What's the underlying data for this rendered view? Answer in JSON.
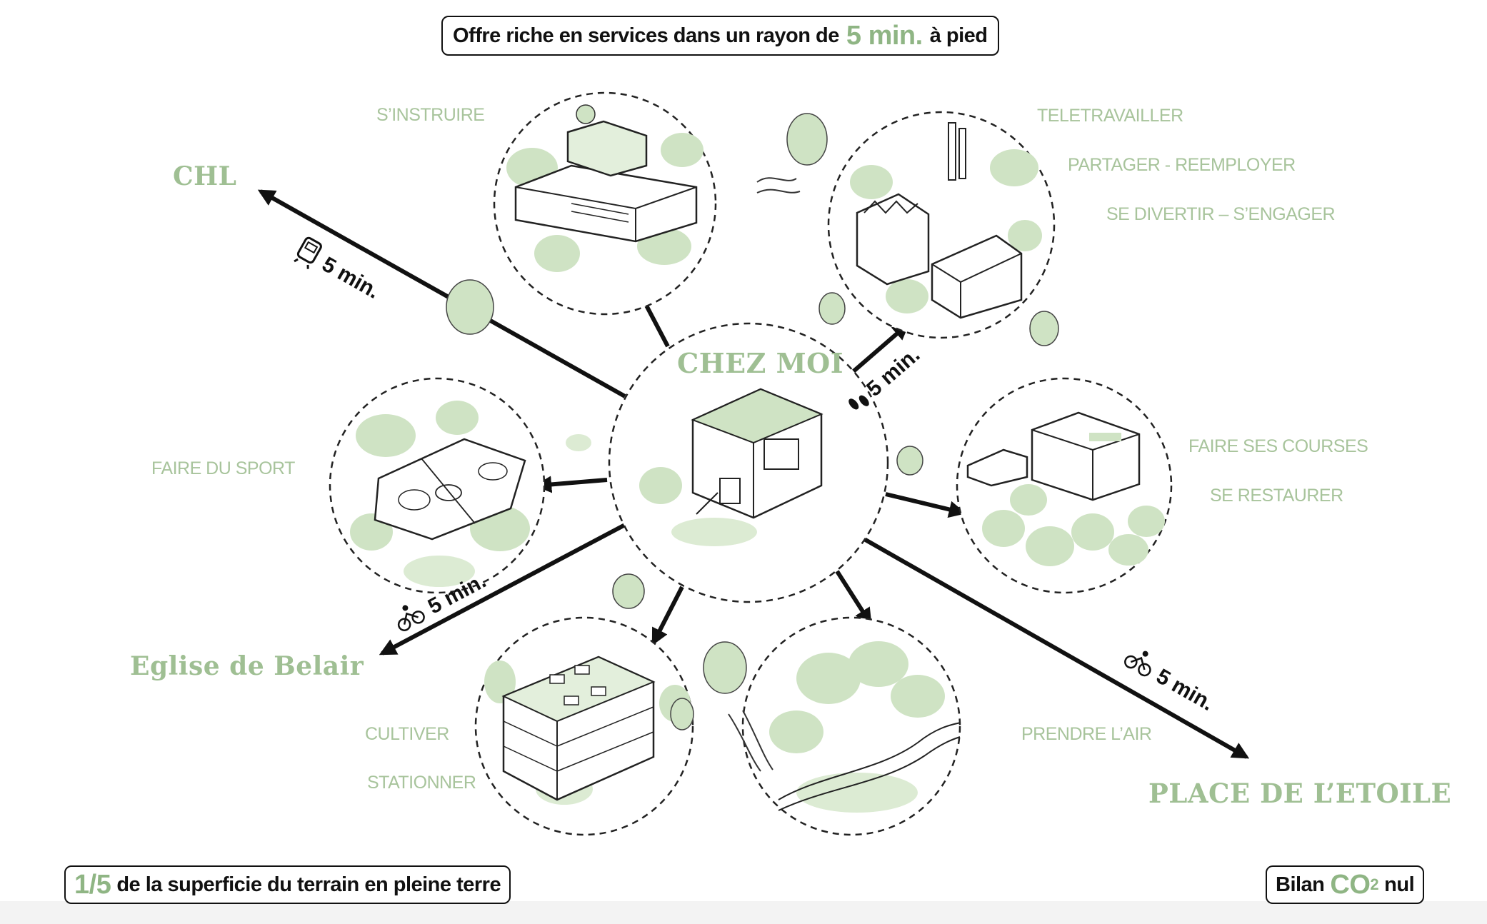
{
  "colors": {
    "accent_green": "#9fbf93",
    "label_green": "#a8c49c",
    "tree_fill": "#cfe3c4",
    "ink": "#111111"
  },
  "header": {
    "prefix": "Offre riche en services dans un rayon de",
    "highlight": "5 min.",
    "suffix": "à pied"
  },
  "center": {
    "title": "CHEZ MOI"
  },
  "destinations": {
    "chl": "CHL",
    "eglise": "Eglise de Belair",
    "etoile": "PLACE DE L’ETOILE"
  },
  "travel_times": {
    "bus": "5 min.",
    "walk": "5 min.",
    "bike_left": "5 min.",
    "bike_right": "5 min."
  },
  "icons": {
    "bus": "bus-icon",
    "walk": "footsteps-icon",
    "bike": "bicycle-icon"
  },
  "activities": {
    "instruire": "S’INSTRUIRE",
    "teletravailler": "TELETRAVAILLER",
    "partager": "PARTAGER - REEMPLOYER",
    "divertir": "SE DIVERTIR – S’ENGAGER",
    "sport": "FAIRE DU SPORT",
    "courses": "FAIRE SES COURSES",
    "restaurer": "SE RESTAURER",
    "cultiver": "CULTIVER",
    "stationner": "STATIONNER",
    "air": "PRENDRE L’AIR"
  },
  "footer_left": {
    "highlight": "1/5",
    "text": "de la superficie du terrain en pleine terre"
  },
  "footer_right": {
    "prefix": "Bilan",
    "highlight": "CO",
    "subscript": "2",
    "suffix": "nul"
  }
}
